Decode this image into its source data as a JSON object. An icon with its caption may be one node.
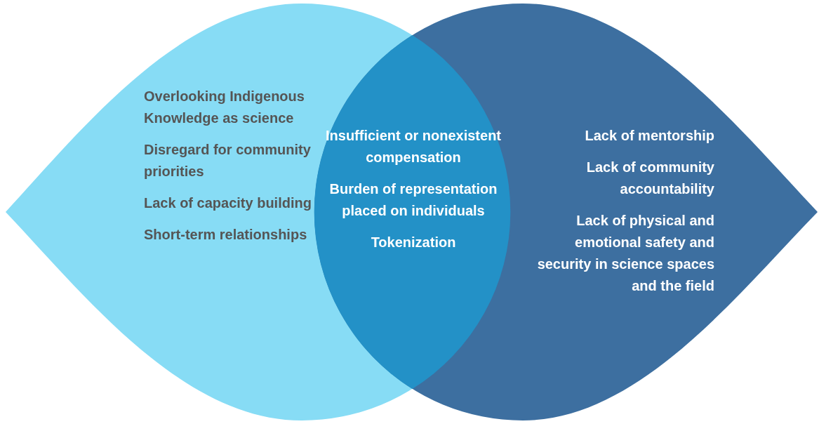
{
  "diagram": {
    "nodes": [
      {
        "text": [
          "Overlooking Indigenous Knowledge as science",
          "Disregard for community priorities",
          "Lack of capacity building",
          "Short-term relationships"
        ]
      },
      {
        "text": [
          "Lack of mentorship",
          "Lack of community accountability",
          "Lack of physical and emotional safety and security in science spaces and the field"
        ]
      },
      {
        "text": [
          "Insufficient or nonexistent compensation",
          "Burden of representation placed on individuals",
          "Tokenization"
        ]
      }
    ]
  }
}
